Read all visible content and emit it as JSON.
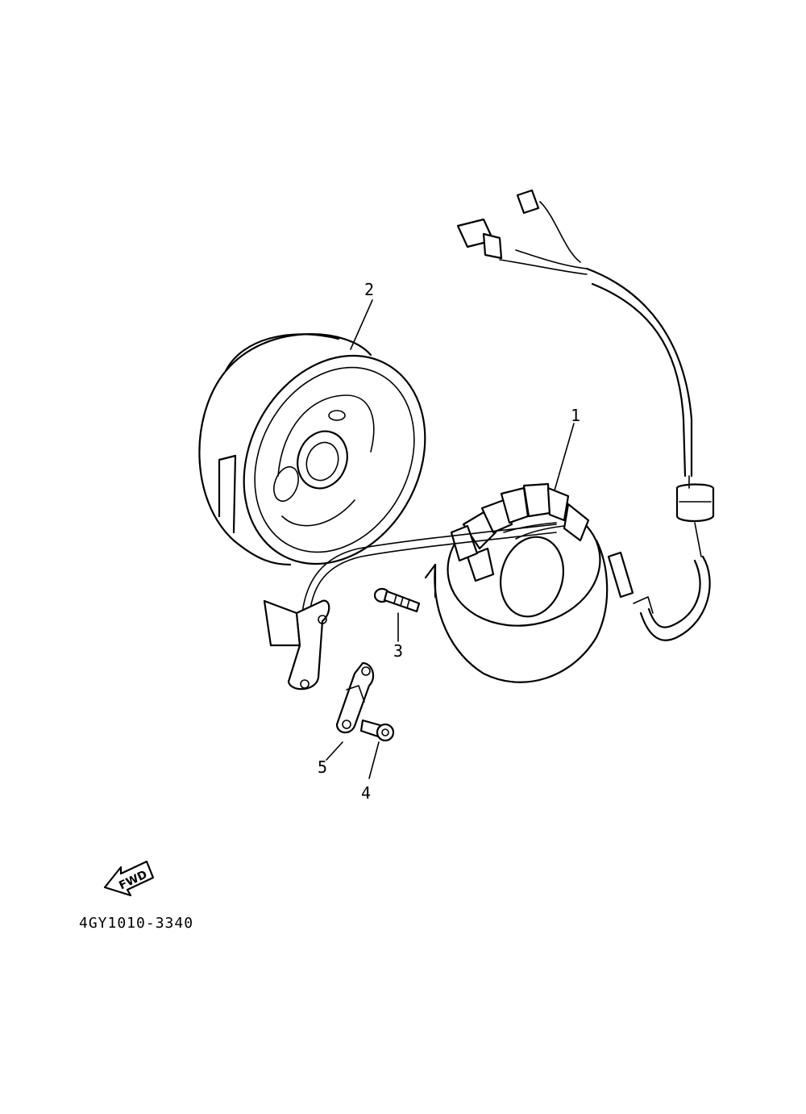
{
  "callouts": [
    {
      "id": "stator-assembly",
      "label": "1"
    },
    {
      "id": "rotor-assembly",
      "label": "2"
    },
    {
      "id": "bolt-stator",
      "label": "3"
    },
    {
      "id": "screw-pickup",
      "label": "4"
    },
    {
      "id": "clamp-plate",
      "label": "5"
    }
  ],
  "fwd_indicator": {
    "label": "FWD"
  },
  "drawing_code": "4GY1010-3340"
}
